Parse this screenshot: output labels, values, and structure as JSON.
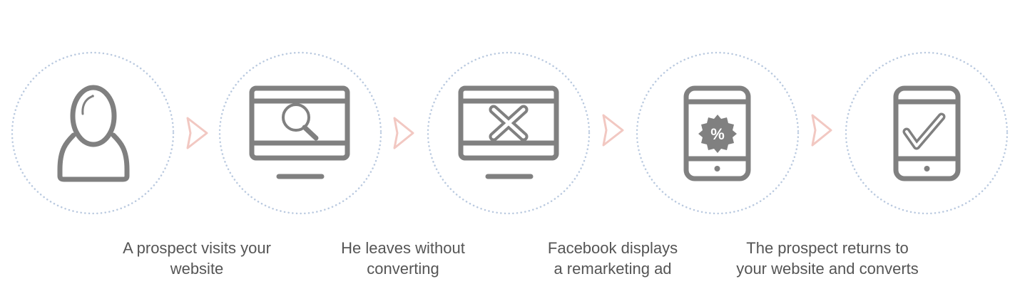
{
  "steps": [
    {
      "icon": "user-icon",
      "caption": [
        "A prospect visits your",
        "website"
      ]
    },
    {
      "icon": "monitor-search-icon",
      "caption": [
        "He leaves without",
        "converting"
      ]
    },
    {
      "icon": "monitor-x-icon",
      "caption": [
        "Facebook displays",
        "a remarketing ad"
      ]
    },
    {
      "icon": "phone-discount-icon",
      "caption": [
        "The prospect returns to",
        "your website and converts"
      ]
    },
    {
      "icon": "phone-check-icon",
      "caption": []
    }
  ],
  "discount_badge_text": "%",
  "colors": {
    "icon": "#808080",
    "circle": "#b9c9df",
    "arrow": "#f2c8c2",
    "text": "#555555"
  }
}
